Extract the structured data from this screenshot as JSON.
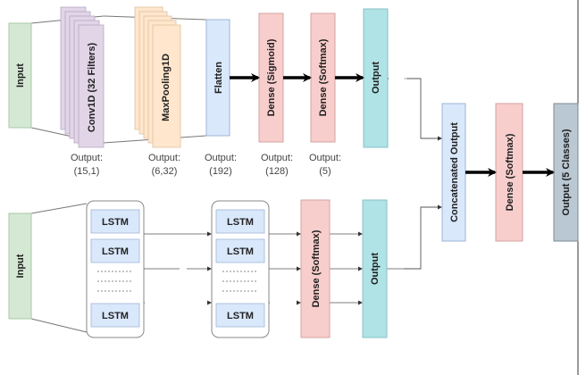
{
  "diagram": {
    "colors": {
      "input_fill": "#d5e8d4",
      "input_stroke": "#a9c9a4",
      "conv_fill": "#e1d5e7",
      "conv_stroke": "#b9a7c4",
      "pool_fill": "#ffe6cc",
      "pool_stroke": "#dcc2a0",
      "flatten_fill": "#dae8fc",
      "flatten_stroke": "#9db4d4",
      "dense_fill": "#f8cecc",
      "dense_stroke": "#d3a3a0",
      "output_fill": "#b0e3e6",
      "output_stroke": "#86c2c6",
      "final_fill": "#bac8d3",
      "final_stroke": "#7a8a96",
      "lstm_fill": "#dae8fc",
      "lstm_stroke": "#9db4d4"
    },
    "top_branch": {
      "input": "Input",
      "conv": "Conv1D (32 Filters)",
      "pool": "MaxPooling1D",
      "flatten": "Flatten",
      "dense1": "Dense (Sigmoid)",
      "dense2": "Dense (Softmax)",
      "output": "Output",
      "shapes": [
        {
          "label": "Output:",
          "value": "(15,1)"
        },
        {
          "label": "Output:",
          "value": "(6,32)"
        },
        {
          "label": "Output:",
          "value": "(192)"
        },
        {
          "label": "Output:",
          "value": "(128)"
        },
        {
          "label": "Output:",
          "value": "(5)"
        }
      ]
    },
    "bottom_branch": {
      "input": "Input",
      "lstm_cell": "LSTM",
      "lstm_layers": 2,
      "lstm_cells_visible": 3,
      "dense": "Dense (Softmax)",
      "output": "Output"
    },
    "merge": {
      "concat": "Concatenated Output",
      "dense": "Dense (Softmax)",
      "output": "Output (5 Classes)"
    }
  }
}
